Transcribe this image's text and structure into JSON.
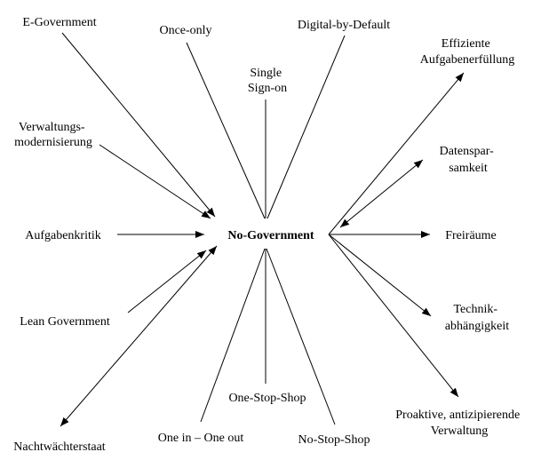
{
  "diagram": {
    "center": "No-Government",
    "nodes": {
      "e_government": "E-Government",
      "once_only": "Once-only",
      "digital_by_default": "Digital-by-Default",
      "single_sign_on": [
        "Single",
        "Sign-on"
      ],
      "verwaltungsmodernisierung": [
        "Verwaltungs-",
        "modernisierung"
      ],
      "aufgabenkritik": "Aufgabenkritik",
      "lean_government": "Lean Government",
      "nachtwaechterstaat": "Nachtwächterstaat",
      "one_in_one_out": "One in – One out",
      "one_stop_shop": "One-Stop-Shop",
      "no_stop_shop": "No-Stop-Shop",
      "effiziente_aufgabenerfuellung": [
        "Effiziente",
        "Aufgabenerfüllung"
      ],
      "datensparsamkeit": [
        "Datenspar-",
        "samkeit"
      ],
      "freiraeume": "Freiräume",
      "technikabhaengigkeit": [
        "Technik-",
        "abhängigkeit"
      ],
      "proaktive_verwaltung": [
        "Proaktive, antizipierende",
        "Verwaltung"
      ]
    }
  },
  "colors": {
    "line": "#000000",
    "text": "#000000",
    "background": "#ffffff"
  }
}
